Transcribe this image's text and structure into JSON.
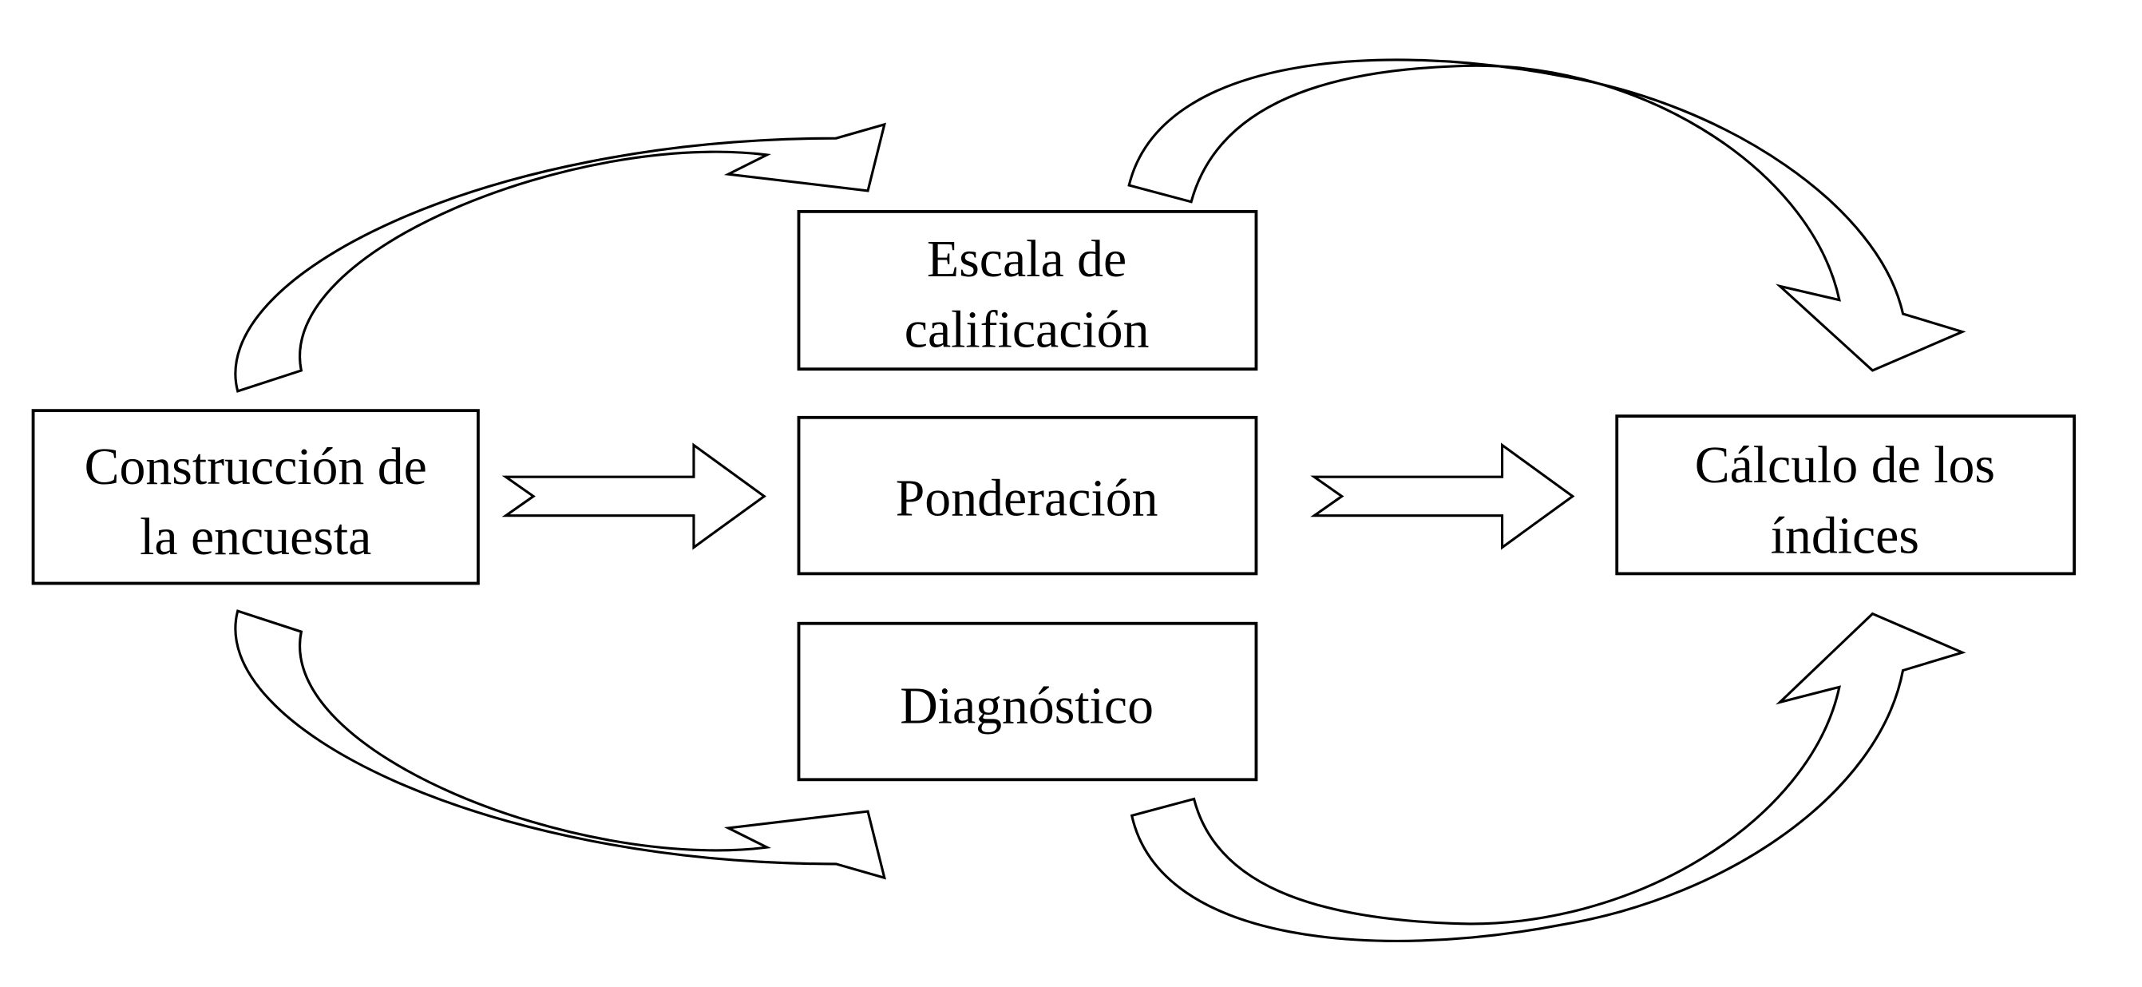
{
  "diagram": {
    "nodes": {
      "construccion": {
        "line1": "Construcción de",
        "line2": "la encuesta"
      },
      "escala": {
        "line1": "Escala de",
        "line2": "calificación"
      },
      "ponderacion": {
        "line1": "Ponderación"
      },
      "diagnostico": {
        "line1": "Diagnóstico"
      },
      "calculo": {
        "line1": "Cálculo de los",
        "line2": "índices"
      }
    },
    "colors": {
      "stroke": "#000000",
      "fill": "#ffffff"
    }
  }
}
